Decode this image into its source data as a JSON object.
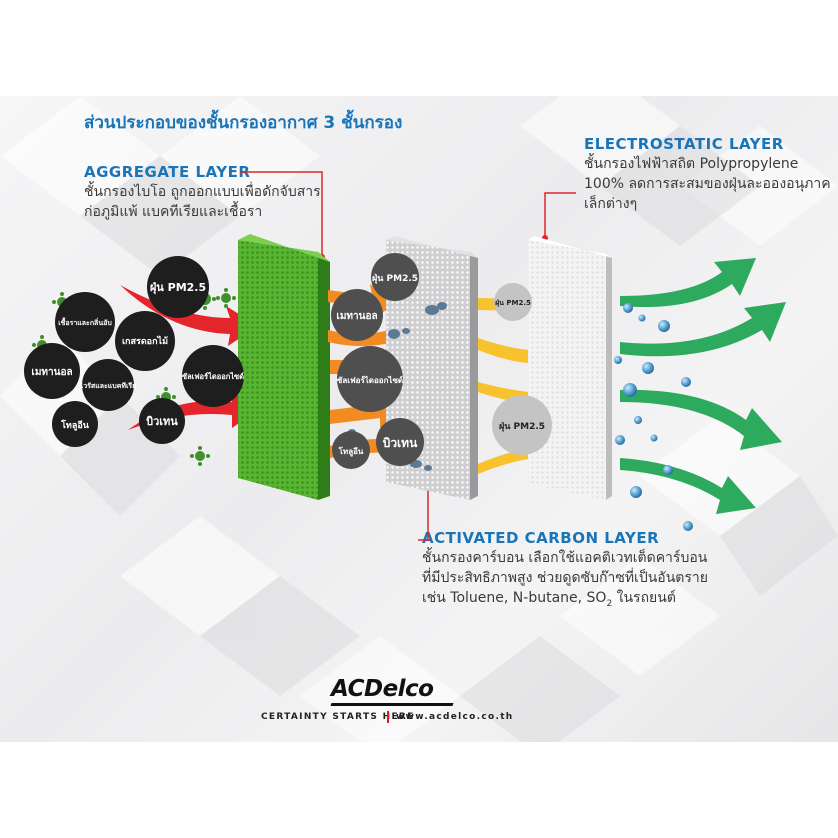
{
  "main_title": "ส่วนประกอบของชั้นกรองอากาศ 3 ชั้นกรอง",
  "aggregate_layer": {
    "title": "AGGREGATE LAYER",
    "desc": "ชั้นกรองไบโอ ถูกออกแบบเพื่อดักจับสารก่อภูมิแพ้ แบคทีเรียและเชื้อรา"
  },
  "electrostatic_layer": {
    "title": "ELECTROSTATIC LAYER",
    "desc": "ชั้นกรองไฟฟ้าสถิต Polypropylene 100% ลดการสะสมของฝุ่นละอองอนุภาคเล็กต่างๆ"
  },
  "carbon_layer": {
    "title": "ACTIVATED CARBON LAYER",
    "desc_line1": "ชั้นกรองคาร์บอน เลือกใช้แอคติเวทเต็ดคาร์บอน",
    "desc_line2": "ที่มีประสิทธิภาพสูง ช่วยดูดซับก๊าซที่เป็นอันตราย",
    "desc_line3_pre": "เช่น Toluene, N-butane, SO",
    "desc_line3_sub": "2",
    "desc_line3_post": " ในรถยนต์"
  },
  "pollutants": {
    "pm25": "ฝุ่น PM2.5",
    "fungi_odor": "เชื้อราและกลิ่นอับ",
    "pollen": "เกสรดอกไม้",
    "methanol": "เมทานอล",
    "virus_bacteria": "ไวรัสและแบคทีเรีย",
    "sulfur_dioxide": "ซัลเฟอร์ไดออกไซด์",
    "toluene": "โทลูอีน",
    "butane": "บิวเทน"
  },
  "brand": {
    "logo": "ACDelco",
    "tagline": "CERTAINTY STARTS HERE",
    "website": "www.acdelco.co.th"
  },
  "colors": {
    "title_blue": "#1a74b8",
    "pointer_red": "#e0252b",
    "aggregate_green": "#58b531",
    "arrow_red": "#e4262c",
    "arrow_orange": "#f28c22",
    "arrow_yellow": "#f7c22b",
    "arrow_green": "#2eaa5e",
    "bubble_dark": "#1e1e1e",
    "bubble_grey": "#5a5a5a",
    "bubble_light": "#c4c4c4",
    "particle_blue": "#5fa8d8"
  }
}
